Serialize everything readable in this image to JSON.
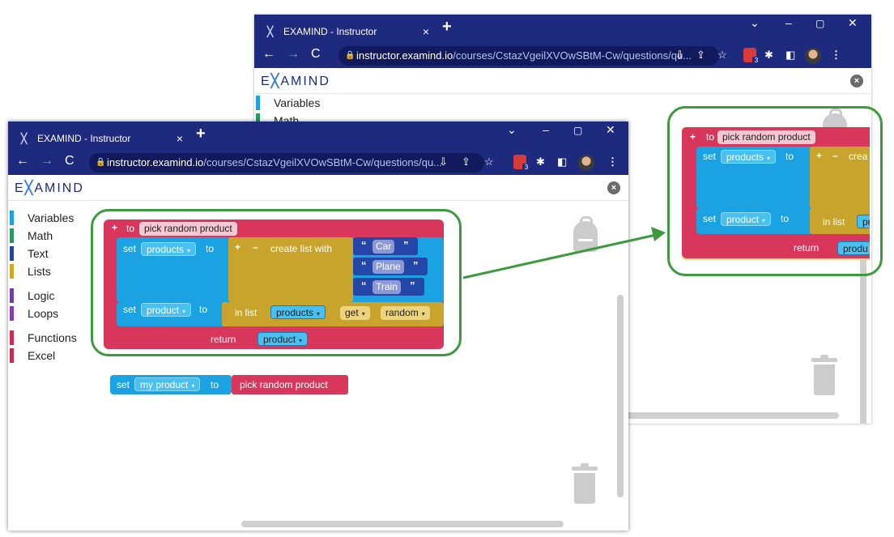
{
  "browser": {
    "tab_title": "EXAMIND - Instructor",
    "tab_close": "×",
    "new_tab": "+",
    "url_host": "instructor.examind.io",
    "url_path": "/courses/CstazVgeilXVOwSBtM-Cw/questions/qu...",
    "ext_badge": "3",
    "minimize": "–",
    "maximize": "▢",
    "close": "✕",
    "menu_down": "⌄"
  },
  "app": {
    "brand_prefix": "E",
    "brand_x": "╳",
    "brand_suffix": "AMIND",
    "close_label": "×"
  },
  "sidebar": {
    "items": [
      {
        "label": "Variables",
        "color": "#1ba2e3"
      },
      {
        "label": "Math",
        "color": "#2a9a5f"
      },
      {
        "label": "Text",
        "color": "#2346a8"
      },
      {
        "label": "Lists",
        "color": "#d2a821"
      },
      {
        "label": "Logic",
        "color": "#6b3fb0"
      },
      {
        "label": "Loops",
        "color": "#8a3ab5"
      },
      {
        "label": "Functions",
        "color": "#d02a55"
      },
      {
        "label": "Excel",
        "color": "#c9284f"
      }
    ]
  },
  "blocks": {
    "proc_plus": "+",
    "proc_to": "to",
    "proc_name": "pick random product",
    "set_label": "set",
    "to_label": "to",
    "var_products": "products",
    "var_product": "product",
    "var_my_product": "my product",
    "caret": "▾",
    "list_plus": "+",
    "list_minus": "–",
    "create_list_with": "create list with",
    "create_list_cut": "crea",
    "open_quote": "“",
    "close_quote": "”",
    "items": [
      "Car",
      "Plane",
      "Train"
    ],
    "in_list": "in list",
    "pro_cut": "pro",
    "produ_cut": "produ",
    "get": "get",
    "random": "random",
    "return": "return",
    "call_name": "pick random product"
  },
  "colors": {
    "chrome": "#1d2a7e",
    "procedure": "#d8365a",
    "variables": "#1ba2e3",
    "lists": "#c9a42c",
    "text": "#2346a8",
    "highlight": "#3d9a3d"
  }
}
